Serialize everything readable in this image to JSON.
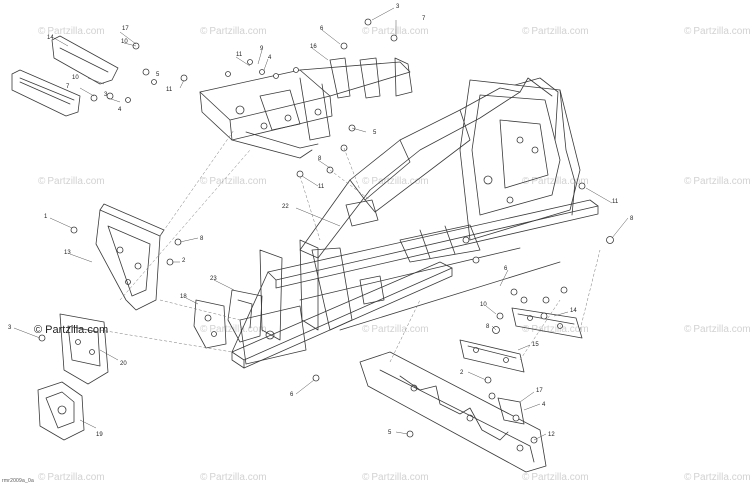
{
  "watermark": {
    "symbol": "©",
    "text": "Partzilla.com",
    "color": "#d2d2d2"
  },
  "brand_logo": {
    "symbol": "©",
    "text": "Partzilla.com"
  },
  "drawing_code": "rmr2009a_0a",
  "callouts": {
    "c1": "1",
    "c2": "2",
    "c3": "3",
    "c4": "4",
    "c5": "5",
    "c6": "6",
    "c7": "7",
    "c8": "8",
    "c9": "9",
    "c10": "10",
    "c11": "11",
    "c12": "12",
    "c13": "13",
    "c14": "14",
    "c15": "15",
    "c16": "16",
    "c17": "17",
    "c18": "18",
    "c19": "19",
    "c20": "20",
    "c22": "22",
    "c23": "23"
  },
  "colors": {
    "line": "#3a3a3a",
    "leader": "#555555",
    "background": "#ffffff"
  }
}
